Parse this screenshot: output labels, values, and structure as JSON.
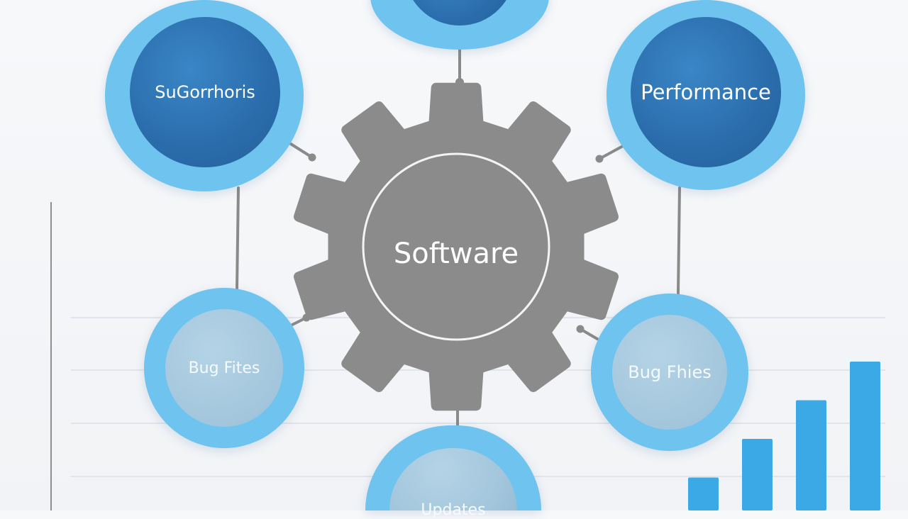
{
  "center": {
    "label": "Software"
  },
  "nodes": {
    "top": {
      "label": ""
    },
    "top_left": {
      "label": "SuGorrhoris"
    },
    "top_right": {
      "label": "Performance"
    },
    "bottom_left": {
      "label": "Bug Fites"
    },
    "bottom_right": {
      "label": "Bug Fhies"
    },
    "bottom": {
      "label": "Updates"
    }
  },
  "background_bars": {
    "values": [
      1,
      2,
      3,
      4
    ]
  },
  "colors": {
    "ring": "#6ec3ef",
    "core_dark": "#2a6cab",
    "core_light": "#a3c6dc",
    "gear": "#8b8b8b",
    "bar": "#3aa9e6",
    "connector": "#8a8a8a"
  }
}
